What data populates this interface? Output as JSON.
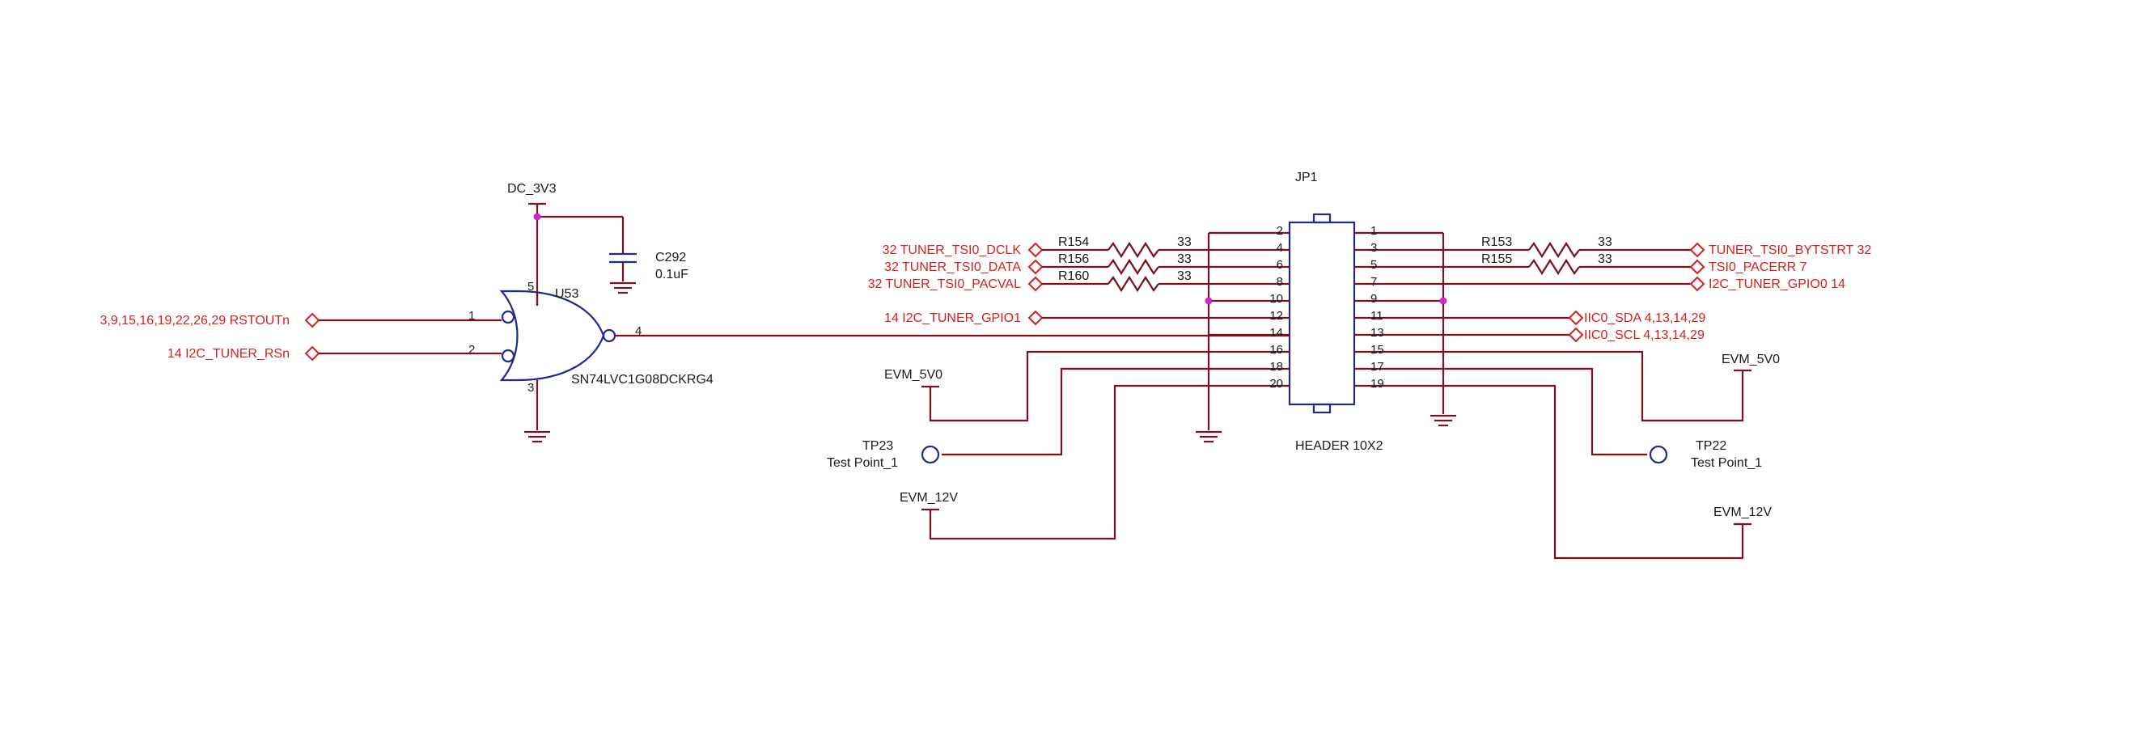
{
  "nets": {
    "dc_3v3": "DC_3V3",
    "rstoutn": "3,9,15,16,19,22,26,29  RSTOUTn",
    "i2c_tuner_rsn": "14  I2C_TUNER_RSn",
    "tsi0_dclk": "32  TUNER_TSI0_DCLK",
    "tsi0_data": "32  TUNER_TSI0_DATA",
    "tsi0_pacval": "32  TUNER_TSI0_PACVAL",
    "i2c_tuner_gpio1": "14  I2C_TUNER_GPIO1",
    "tsi0_bytstrt": "TUNER_TSI0_BYTSTRT  32",
    "tsi0_pacerr": "TSI0_PACERR  7",
    "i2c_tuner_gpio0": "I2C_TUNER_GPIO0  14",
    "ic0_sda": "IIC0_SDA   4,13,14,29",
    "ic0_scl": "IIC0_SCL   4,13,14,29",
    "evm_5v0_left": "EVM_5V0",
    "evm_5v0_right": "EVM_5V0",
    "evm_12v_left": "EVM_12V",
    "evm_12v_right": "EVM_12V"
  },
  "components": {
    "c292": {
      "ref": "C292",
      "value": "0.1uF"
    },
    "u53": {
      "ref": "U53",
      "part": "SN74LVC1G08DCKRG4",
      "pins": [
        "1",
        "2",
        "3",
        "4",
        "5"
      ]
    },
    "jp1": {
      "ref": "JP1",
      "part": "HEADER 10X2",
      "left_pins": [
        "2",
        "4",
        "6",
        "8",
        "10",
        "12",
        "14",
        "16",
        "18",
        "20"
      ],
      "right_pins": [
        "1",
        "3",
        "5",
        "7",
        "9",
        "11",
        "13",
        "15",
        "17",
        "19"
      ]
    },
    "r154": {
      "ref": "R154",
      "value": "33"
    },
    "r156": {
      "ref": "R156",
      "value": "33"
    },
    "r160": {
      "ref": "R160",
      "value": "33"
    },
    "r153": {
      "ref": "R153",
      "value": "33"
    },
    "r155": {
      "ref": "R155",
      "value": "33"
    },
    "tp23": {
      "ref": "TP23",
      "type": "Test Point_1"
    },
    "tp22": {
      "ref": "TP22",
      "type": "Test Point_1"
    }
  },
  "colors": {
    "wire": "#7a1020",
    "symbol": "#1f2a8c",
    "net_label": "#d42020",
    "junction": "#d026c4"
  }
}
